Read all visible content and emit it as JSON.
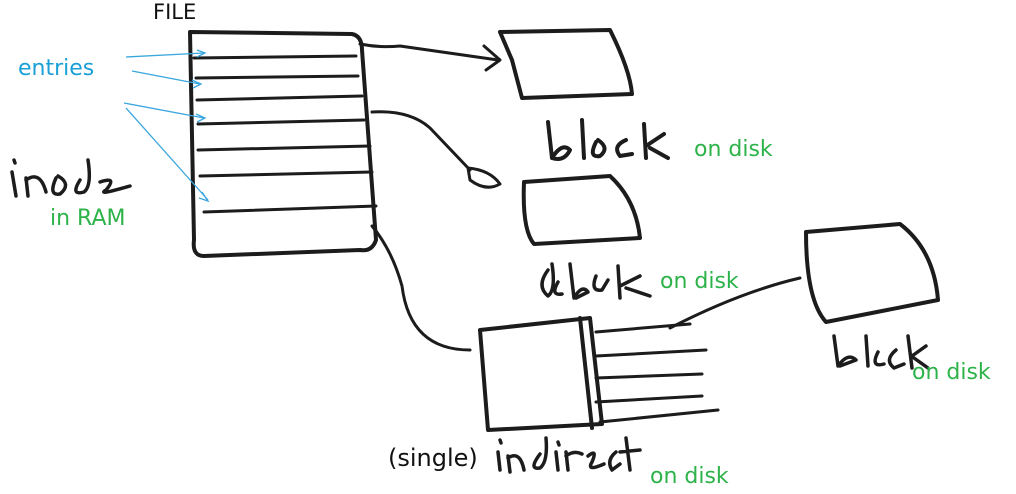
{
  "labels": {
    "file": "FILE",
    "entries": "entries",
    "inode_handwritten": "inode",
    "in_ram": "in RAM",
    "block1_handwritten": "block",
    "on_disk_1": "on disk",
    "block2_handwritten": "d block",
    "on_disk_2": "on disk",
    "block3_handwritten": "block",
    "on_disk_3": "on disk",
    "single": "(single)",
    "indirect_handwritten": "indirect",
    "on_disk_4": "on disk"
  },
  "colors": {
    "ink": "#1c1c1c",
    "annotation_green": "#2db34a",
    "annotation_blue": "#1a9fd6",
    "label_black": "#111111"
  }
}
